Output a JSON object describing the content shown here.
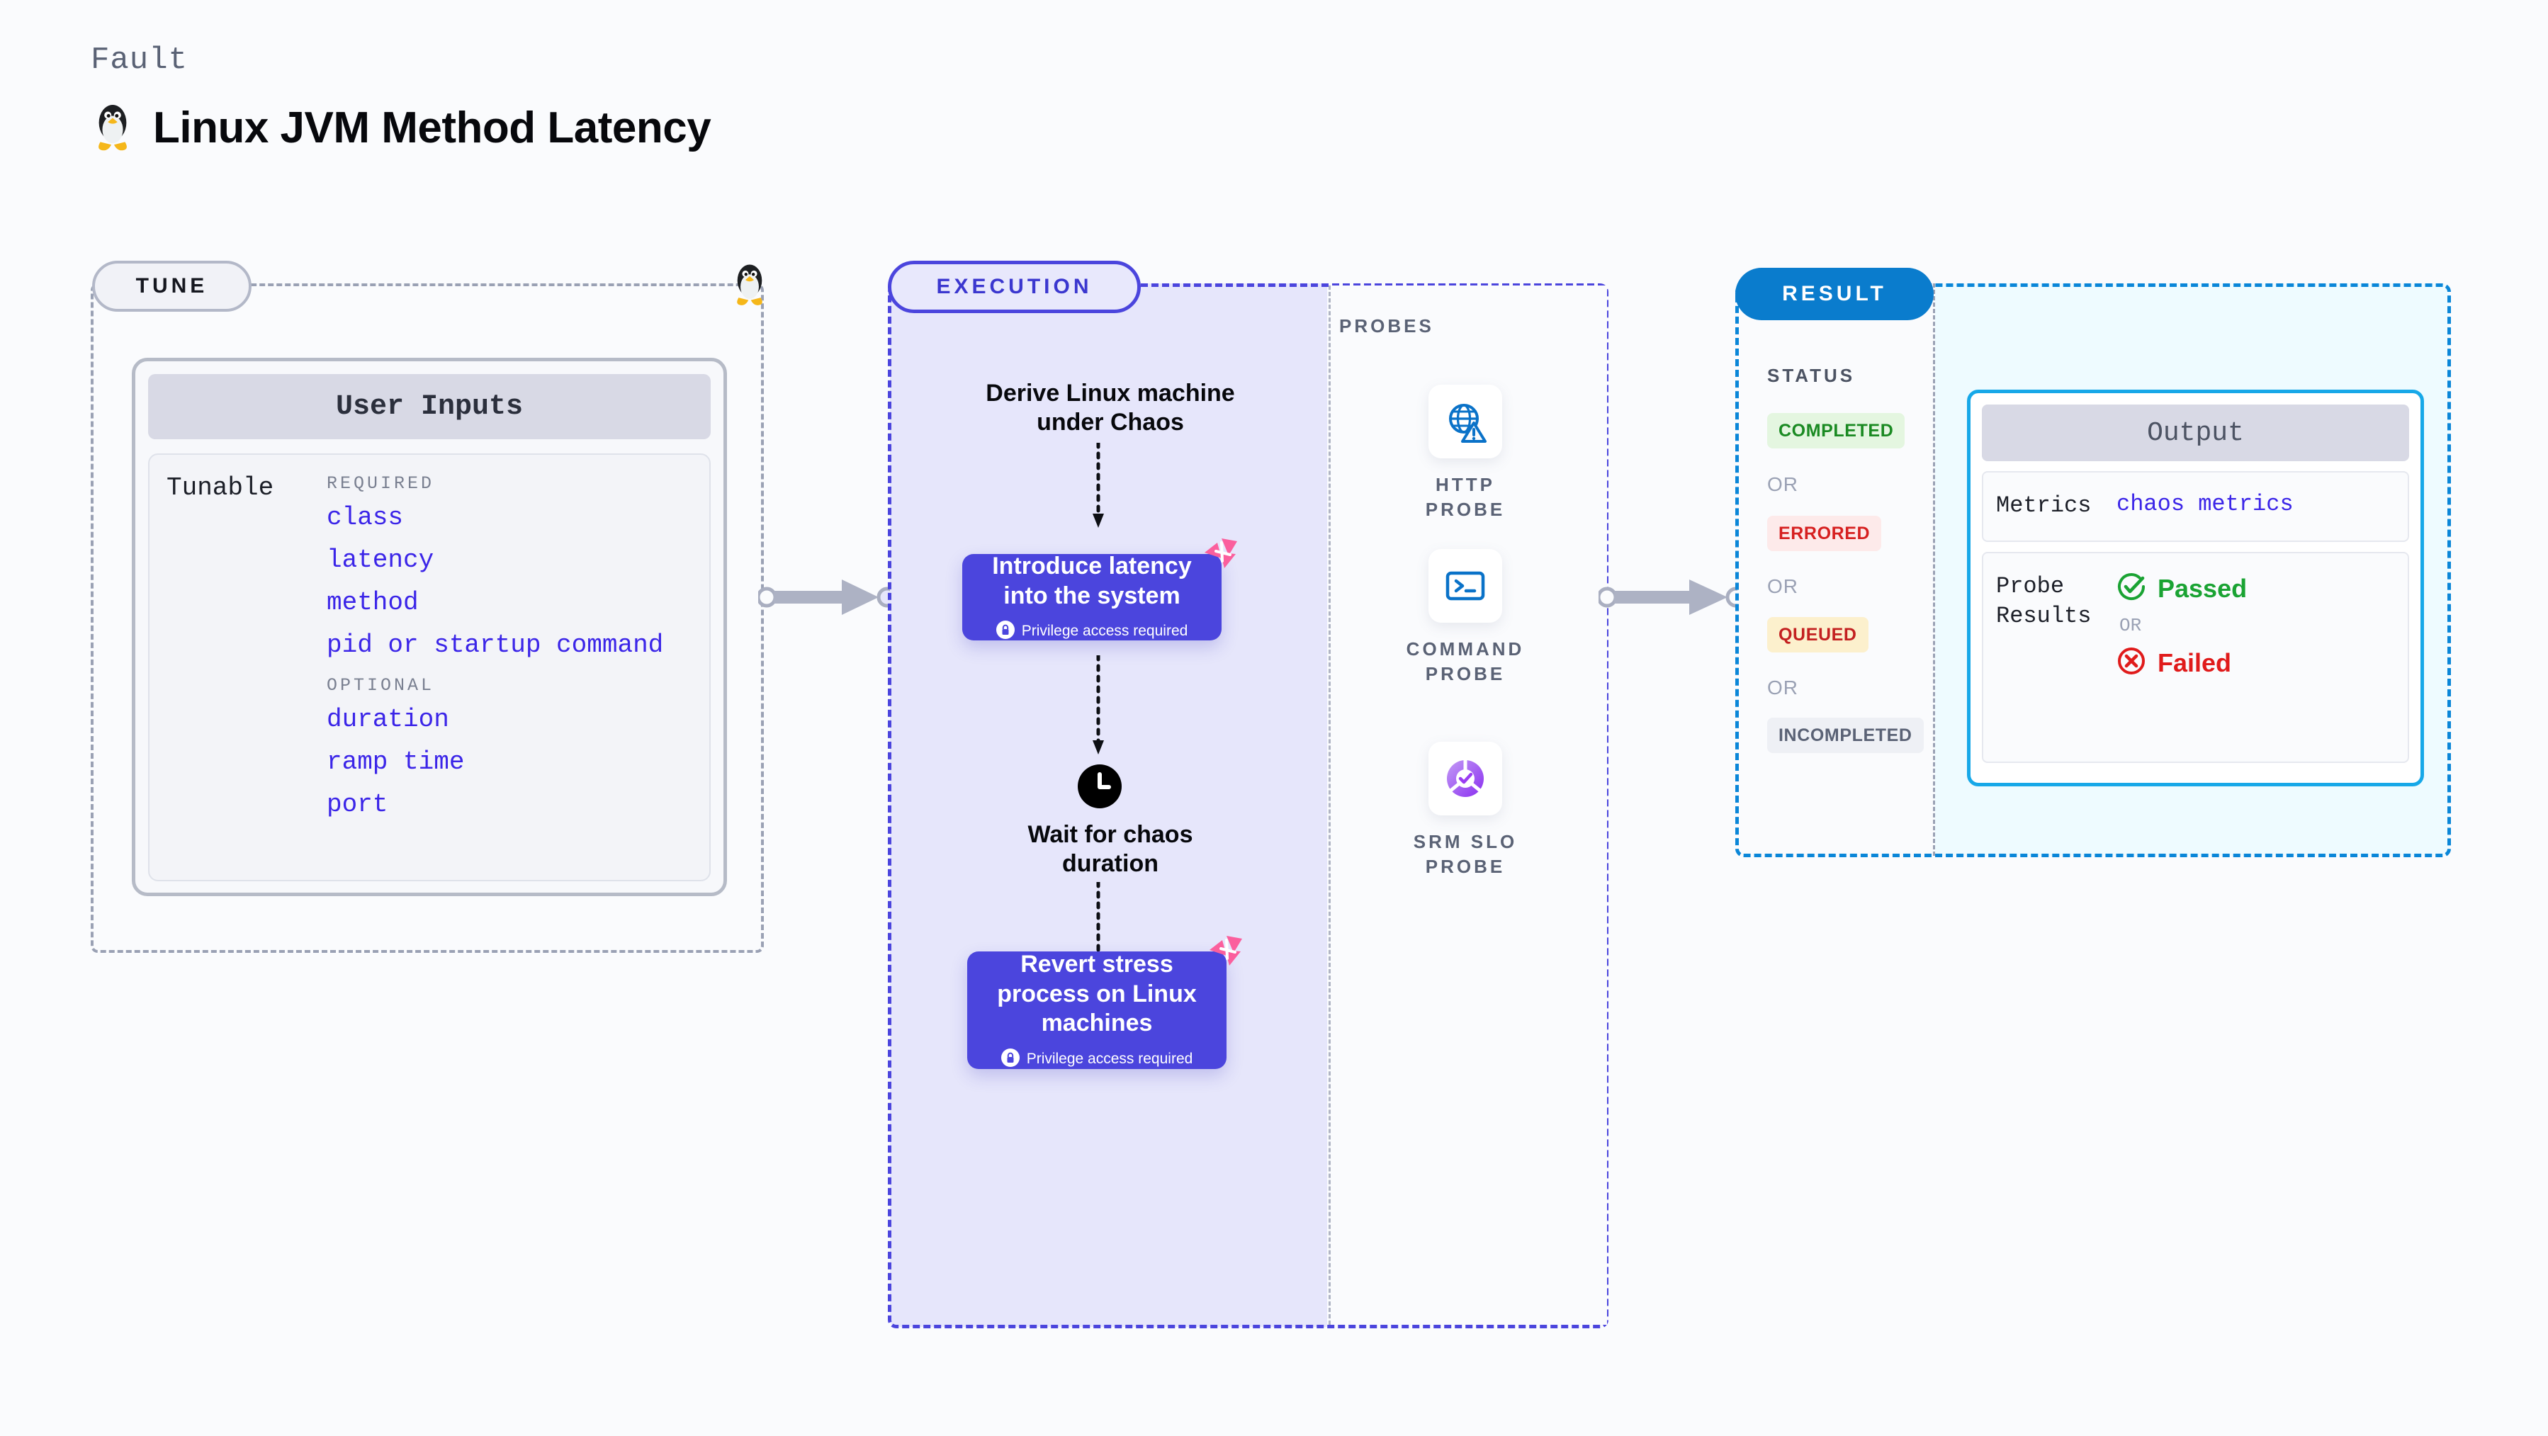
{
  "header": {
    "kicker": "Fault",
    "title": "Linux JVM Method Latency",
    "icon": "linux-penguin-icon"
  },
  "tune": {
    "pill_label": "TUNE",
    "card_title": "User Inputs",
    "tunable_label": "Tunable",
    "groups": [
      {
        "heading": "REQUIRED",
        "items": [
          "class",
          "latency",
          "method",
          "pid or startup command"
        ]
      },
      {
        "heading": "OPTIONAL",
        "items": [
          "duration",
          "ramp time",
          "port"
        ]
      }
    ]
  },
  "execution": {
    "pill_label": "EXECUTION",
    "step1_line1": "Derive Linux machine",
    "step1_line2": "under Chaos",
    "step2_title": "Introduce latency into the system",
    "step2_note": "Privilege access required",
    "step3_line1": "Wait for chaos",
    "step3_line2": "duration",
    "step4_title": "Revert stress process on Linux machines",
    "step4_note": "Privilege access required"
  },
  "probes": {
    "section_label": "PROBES",
    "items": [
      {
        "name": "HTTP PROBE",
        "icon": "globe-warning-icon"
      },
      {
        "name": "COMMAND PROBE",
        "icon": "terminal-icon"
      },
      {
        "name": "SRM SLO PROBE",
        "icon": "slo-check-icon"
      }
    ]
  },
  "result": {
    "pill_label": "RESULT",
    "status_label": "STATUS",
    "or_label": "OR",
    "statuses": [
      {
        "label": "COMPLETED",
        "color": "#1a8a22",
        "bg": "#e4f6e0"
      },
      {
        "label": "ERRORED",
        "color": "#d62020",
        "bg": "#fdeaea"
      },
      {
        "label": "QUEUED",
        "color": "#c32020",
        "bg": "#fcf0cd"
      },
      {
        "label": "INCOMPLETED",
        "color": "#5a6275",
        "bg": "#eef0f5"
      }
    ],
    "output": {
      "title": "Output",
      "metrics_key": "Metrics",
      "metrics_value": "chaos metrics",
      "probe_key_line1": "Probe",
      "probe_key_line2": "Results",
      "passed_label": "Passed",
      "failed_label": "Failed",
      "or_label": "OR"
    }
  },
  "colors": {
    "accent_purple": "#4b45dd",
    "accent_blue": "#0a7ccd",
    "accent_cyan": "#17a8e8",
    "tunable_text": "#3b25e8",
    "chaos_pink": "#fb5f9d",
    "canvas_bg": "#fafbfd"
  }
}
